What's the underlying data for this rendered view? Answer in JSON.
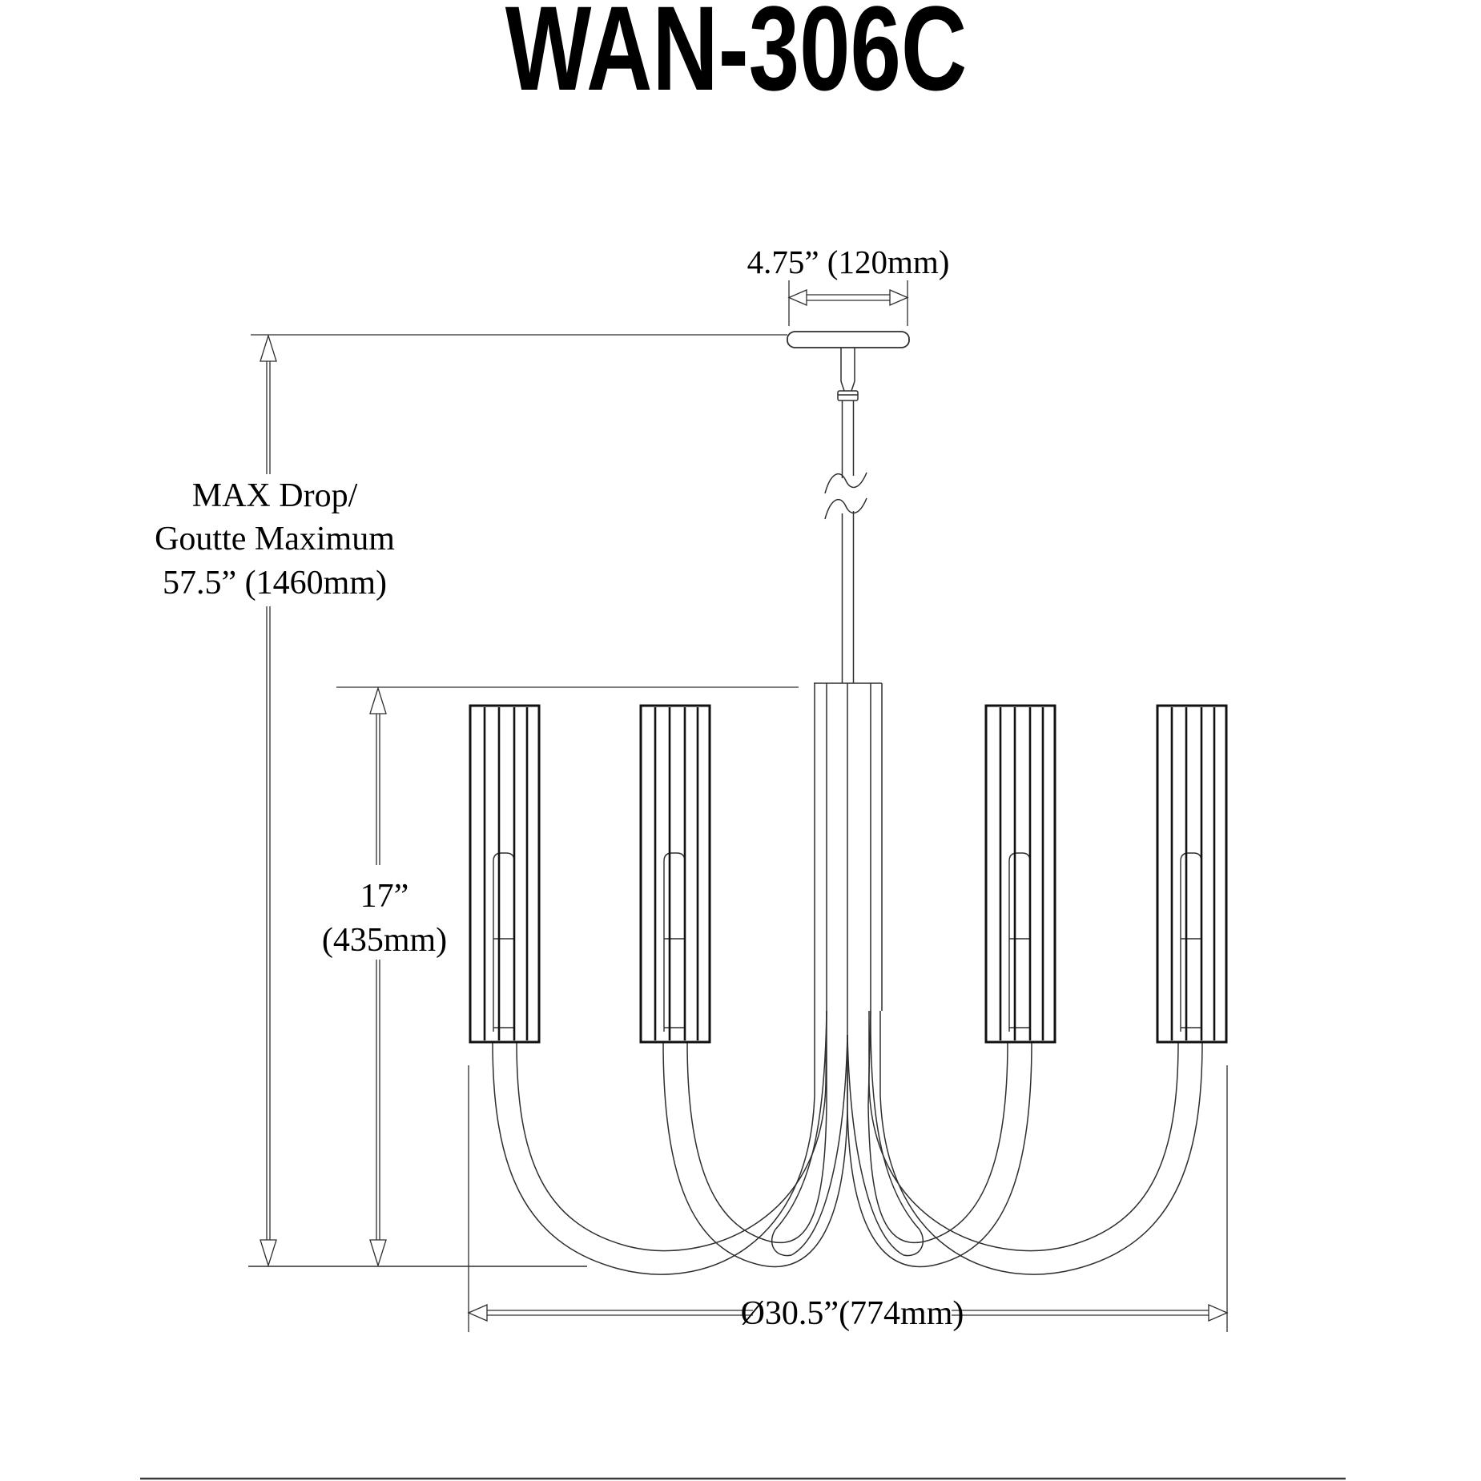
{
  "title": "WAN-306C",
  "drawing": {
    "type": "lighting-fixture-dimension-diagram",
    "fixture_model": "WAN-306C",
    "shade_count_visible": 4
  },
  "dimensions": {
    "canopy_width": "4.75” (120mm)",
    "max_drop_line1": "MAX Drop/",
    "max_drop_line2": "Goutte Maximum",
    "max_drop_line3": "57.5” (1460mm)",
    "shade_height_line1": "17”",
    "shade_height_line2": "(435mm)",
    "diameter": "Ø30.5”(774mm)"
  },
  "colors": {
    "line": "#2e2e2e",
    "heavy_line": "#111111",
    "text": "#000000",
    "background": "#ffffff"
  }
}
